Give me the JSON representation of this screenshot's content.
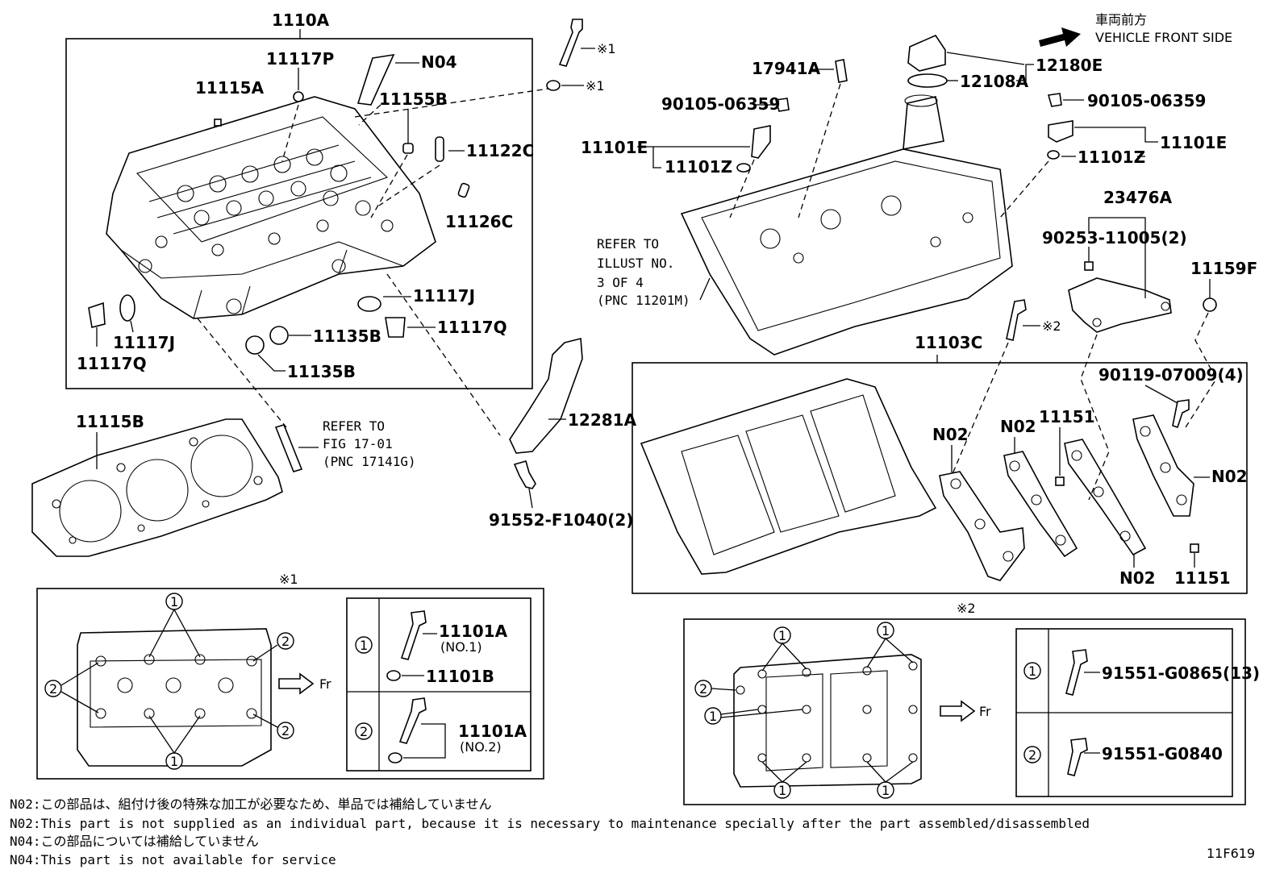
{
  "labels": {
    "p1110A": "1110A",
    "p11117P": "11117P",
    "pN04": "N04",
    "p11115A": "11115A",
    "p11155B": "11155B",
    "p11122C": "11122C",
    "p11126C": "11126C",
    "p11117J_a": "11117J",
    "p11117J_b": "11117J",
    "p11117Q_a": "11117Q",
    "p11117Q_b": "11117Q",
    "p11135B_a": "11135B",
    "p11135B_b": "11135B",
    "p11115B": "11115B",
    "p12281A": "12281A",
    "p91552": "91552-F1040(2)",
    "mark_x1_a": "※1",
    "mark_x1_b": "※1",
    "mark_x2_a": "※2",
    "p17941A": "17941A",
    "p90105_a": "90105-06359",
    "p90105_b": "90105-06359",
    "p11101E_a": "11101E",
    "p11101E_b": "11101E",
    "p11101Z_a": "11101Z",
    "p11101Z_b": "11101Z",
    "p12180E": "12180E",
    "p12108A": "12108A",
    "p23476A": "23476A",
    "p90253": "90253-11005(2)",
    "p11159F": "11159F",
    "p11103C": "11103C",
    "p90119": "90119-07009(4)",
    "pN02_a": "N02",
    "pN02_b": "N02",
    "pN02_c": "N02",
    "pN02_d": "N02",
    "p11151_a": "11151",
    "p11151_b": "11151"
  },
  "refer1": {
    "l1": "REFER TO",
    "l2": "FIG 17-01",
    "l3": "(PNC 17141G)"
  },
  "refer2": {
    "l1": "REFER TO",
    "l2": "ILLUST NO.",
    "l3": "3 OF 4",
    "l4": "(PNC 11201M)"
  },
  "vehicle": {
    "jp": "車両前方",
    "en": "VEHICLE FRONT SIDE"
  },
  "detail1": {
    "title": "※1",
    "fr": "Fr",
    "c1": "1",
    "c2": "2",
    "row1_part": "11101A",
    "row1_sub": "(NO.1)",
    "row1_washer": "11101B",
    "row2_part": "11101A",
    "row2_sub": "(NO.2)"
  },
  "detail2": {
    "title": "※2",
    "fr": "Fr",
    "c1": "1",
    "c2": "2",
    "row1_part": "91551-G0865(13)",
    "row2_part": "91551-G0840"
  },
  "notes": {
    "n1": "N02:この部品は、組付け後の特殊な加工が必要なため、単品では補給していません",
    "n2": "N02:This part is not supplied as an individual part, because it is necessary to maintenance specially after the part assembled/disassembled",
    "n3": "N04:この部品については補給していません",
    "n4": "N04:This part is not available for service"
  },
  "figure_id": "11F619"
}
